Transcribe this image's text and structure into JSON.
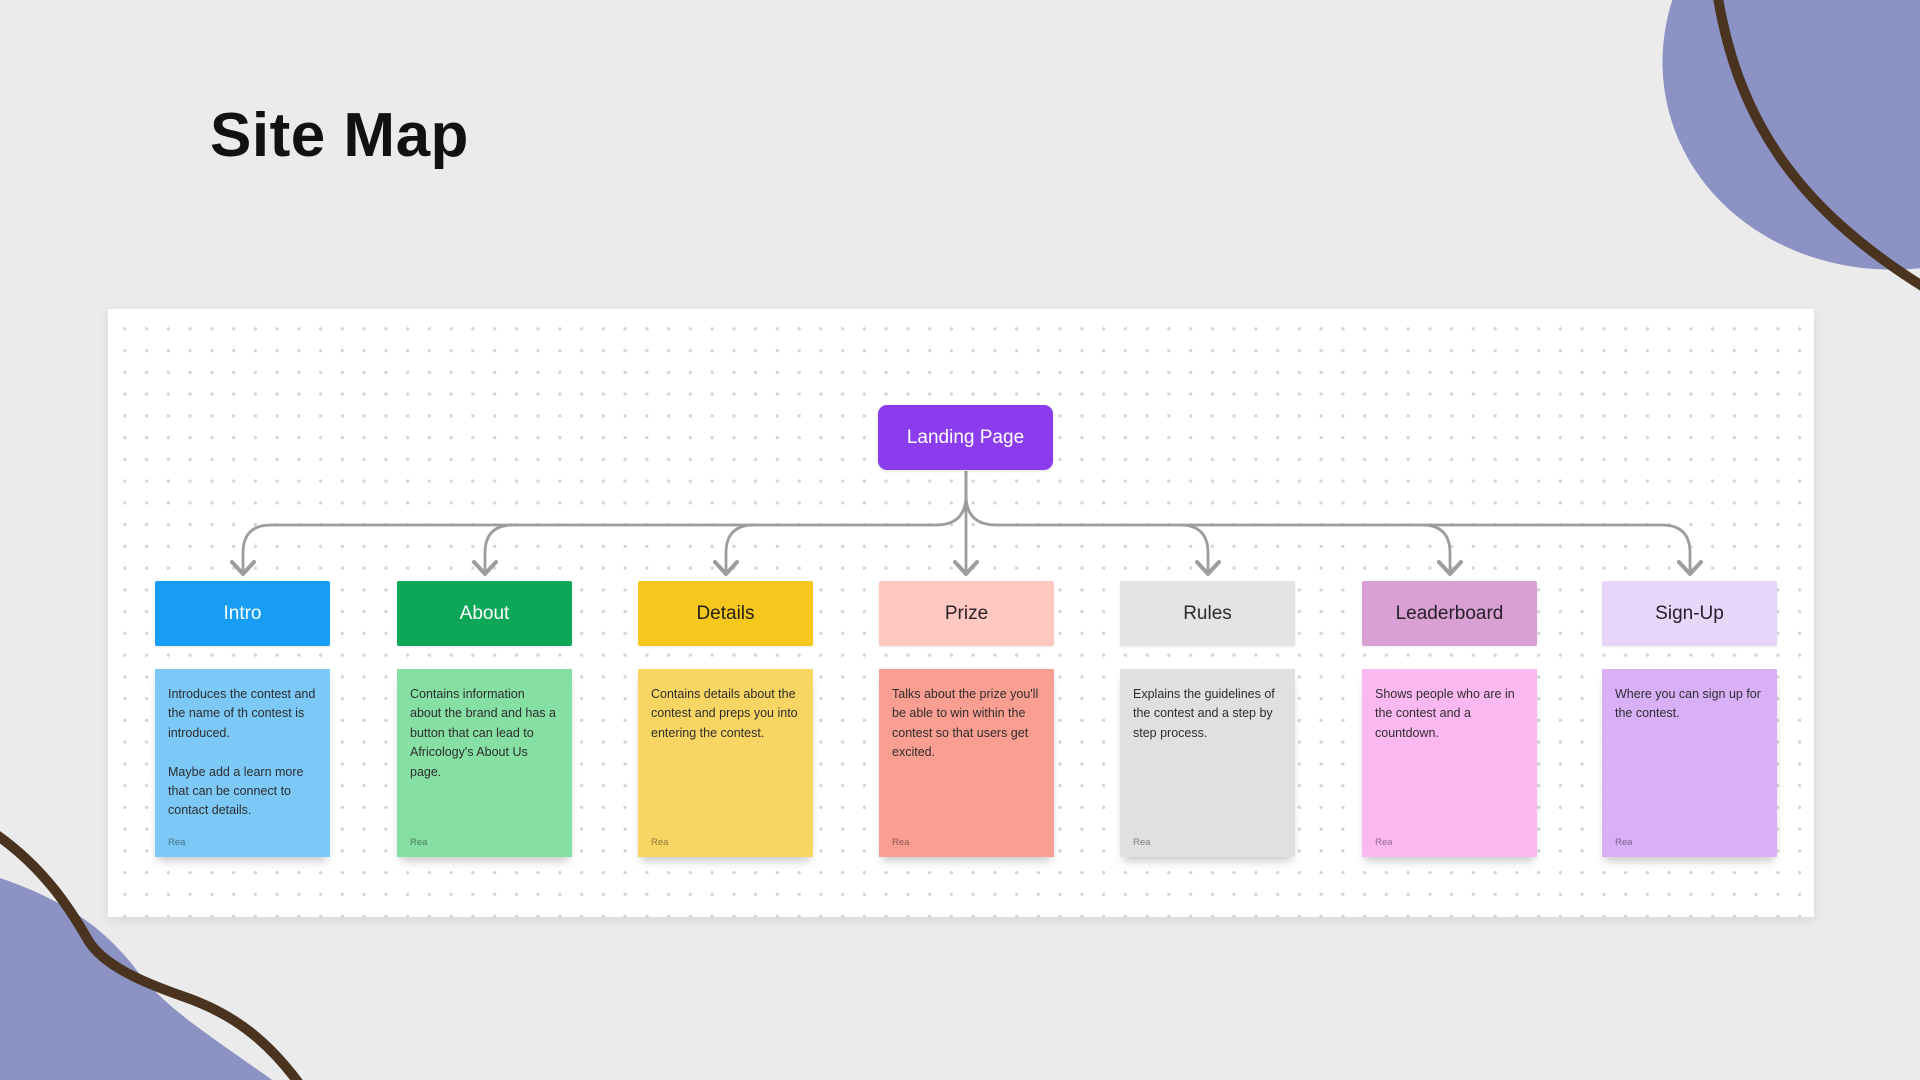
{
  "page": {
    "title": "Site Map"
  },
  "root_node": {
    "label": "Landing Page",
    "bg": "#8b3dee",
    "text_color": "#ffffff"
  },
  "columns": [
    {
      "label": "Intro",
      "header_bg": "#189df5",
      "header_text": "#ffffff",
      "note_bg": "#7cc9f7",
      "note_text": "Introduces the contest and the name of th contest is introduced.\n\nMaybe add a learn more that can be connect to contact details.",
      "author": "Rea"
    },
    {
      "label": "About",
      "header_bg": "#0ea757",
      "header_text": "#ffffff",
      "note_bg": "#86e0a4",
      "note_text": "Contains information about the brand and has a button that can lead to Africology's About Us page.",
      "author": "Rea"
    },
    {
      "label": "Details",
      "header_bg": "#f6c81e",
      "header_text": "#252015",
      "note_bg": "#f9d664",
      "note_text": "Contains details about the contest and preps you into entering the contest.",
      "author": "Rea"
    },
    {
      "label": "Prize",
      "header_bg": "#ffc8c1",
      "header_text": "#2a2226",
      "note_bg": "#fa9e92",
      "note_text": "Talks about the prize you'll be able to win within the contest so that users get excited.",
      "author": "Rea"
    },
    {
      "label": "Rules",
      "header_bg": "#e4e4e4",
      "header_text": "#2a2a2e",
      "note_bg": "#e0e0e0",
      "note_text": "Explains the guidelines of the contest and a step by step process.",
      "author": "Rea"
    },
    {
      "label": "Leaderboard",
      "header_bg": "#d8a0d3",
      "header_text": "#27202a",
      "note_bg": "#fcb8f1",
      "note_text": "Shows people who are in the contest and a countdown.",
      "author": "Rea"
    },
    {
      "label": "Sign-Up",
      "header_bg": "#e7d5fa",
      "header_text": "#27202a",
      "note_bg": "#d9aff8",
      "note_text": "Where you can sign up for the contest.",
      "author": "Rea"
    }
  ],
  "colors": {
    "page_bg": "#ebebeb",
    "canvas_bg": "#ffffff",
    "dot_grid": "#d6d6d6",
    "connector": "#9d9d9d",
    "corner_blob": "#8c93c4",
    "corner_line": "#4a3420",
    "title_text": "#111111"
  }
}
